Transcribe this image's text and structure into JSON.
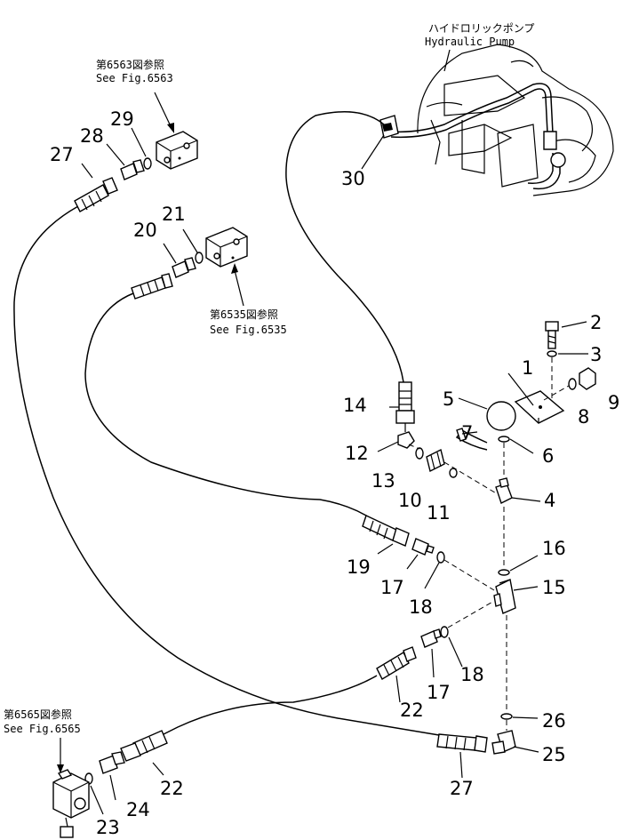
{
  "references": {
    "pump_jp": "ハイドロリックポンプ",
    "pump_en": "Hydraulic Pump",
    "fig6563_jp": "第6563図参照",
    "fig6563_en": "See Fig.6563",
    "fig6535_jp": "第6535図参照",
    "fig6535_en": "See Fig.6535",
    "fig6565_jp": "第6565図参照",
    "fig6565_en": "See Fig.6565"
  },
  "callouts": {
    "p1": "1",
    "p2": "2",
    "p3": "3",
    "p4": "4",
    "p5": "5",
    "p6": "6",
    "p7": "7",
    "p8": "8",
    "p9": "9",
    "p10": "10",
    "p11": "11",
    "p12": "12",
    "p13": "13",
    "p14": "14",
    "p15": "15",
    "p16": "16",
    "p17a": "17",
    "p17b": "17",
    "p18a": "18",
    "p18b": "18",
    "p19": "19",
    "p20": "20",
    "p21": "21",
    "p22a": "22",
    "p22b": "22",
    "p23": "23",
    "p24": "24",
    "p25": "25",
    "p26": "26",
    "p27a": "27",
    "p27b": "27",
    "p28": "28",
    "p29": "29",
    "p30": "30"
  }
}
